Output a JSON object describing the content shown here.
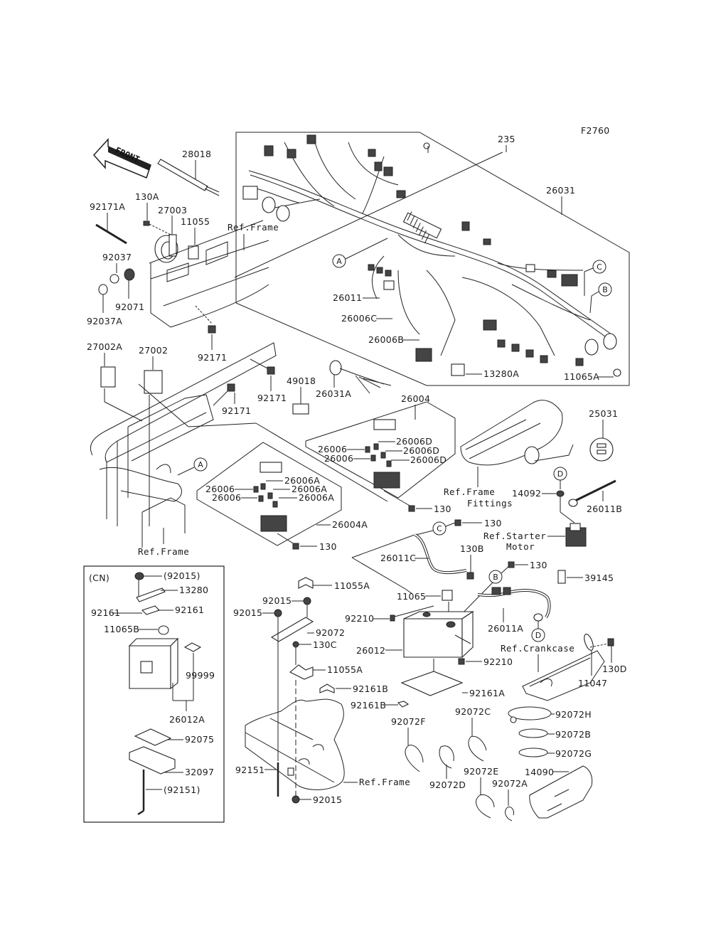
{
  "diagram": {
    "figure_id": "F2760",
    "front_arrow_label": "FRONT",
    "inset_label": "(CN)",
    "callouts": [
      "A",
      "B",
      "C",
      "D"
    ],
    "references": {
      "frame_top": "Ref.Frame",
      "frame_left": "Ref.Frame",
      "frame_fittings_1": "Ref.Frame",
      "frame_fittings_2": "Fittings",
      "starter_motor_1": "Ref.Starter",
      "starter_motor_2": "Motor",
      "crankcase": "Ref.Crankcase",
      "frame_bottom": "Ref.Frame"
    },
    "parts": {
      "p235": "235",
      "p26031": "26031",
      "p28018": "28018",
      "p130A": "130A",
      "p92171A": "92171A",
      "p27003": "27003",
      "p11055": "11055",
      "p92037": "92037",
      "p92071": "92071",
      "p92037A": "92037A",
      "p92171_a": "92171",
      "p27002A": "27002A",
      "p27002": "27002",
      "p92171_b": "92171",
      "p92171_c": "92171",
      "p49018": "49018",
      "p26031A": "26031A",
      "p26011": "26011",
      "p26006C": "26006C",
      "p26006B": "26006B",
      "p13280A": "13280A",
      "p11065A": "11065A",
      "p26004": "26004",
      "p26006_d1": "26006",
      "p26006_d2": "26006",
      "p26006D_1": "26006D",
      "p26006D_2": "26006D",
      "p26006D_3": "26006D",
      "p26006_a1": "26006",
      "p26006_a2": "26006",
      "p26006A_1": "26006A",
      "p26006A_2": "26006A",
      "p26006A_3": "26006A",
      "p26004A": "26004A",
      "p130_a": "130",
      "p130_b": "130",
      "p25031": "25031",
      "p14092": "14092",
      "p26011B": "26011B",
      "p130_c": "130",
      "p26011C": "26011C",
      "p130B": "130B",
      "p130_d": "130",
      "p39145": "39145",
      "p11065": "11065",
      "p92210_a": "92210",
      "p26012": "26012",
      "p92210_b": "92210",
      "p26011A": "26011A",
      "p130D": "130D",
      "p11047": "11047",
      "p92161A": "92161A",
      "p11055A_a": "11055A",
      "p92015_a": "92015",
      "p92015_b": "92015",
      "p92072": "92072",
      "p130C": "130C",
      "p11055A_b": "11055A",
      "p92161B_a": "92161B",
      "p92161B_b": "92161B",
      "p92151": "92151",
      "p92015_c": "92015",
      "p92072F": "92072F",
      "p92072C": "92072C",
      "p92072D": "92072D",
      "p92072E": "92072E",
      "p92072A": "92072A",
      "p92072H": "92072H",
      "p92072B": "92072B",
      "p92072G": "92072G",
      "p14090": "14090",
      "cn_92015": "(92015)",
      "cn_13280": "13280",
      "cn_92161_l": "92161",
      "cn_92161_r": "92161",
      "cn_11065B": "11065B",
      "cn_99999": "99999",
      "cn_26012A": "26012A",
      "cn_92075": "92075",
      "cn_32097": "32097",
      "cn_92151": "(92151)"
    }
  }
}
